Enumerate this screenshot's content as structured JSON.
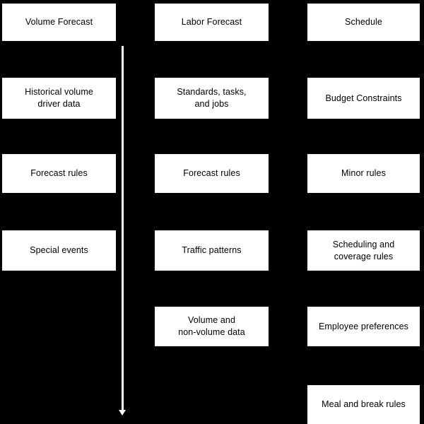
{
  "diagram": {
    "background_color": "#000000",
    "node_fill_color": "#ffffff",
    "node_text_color": "#000000",
    "connector_color": "#ffffff",
    "columns": [
      {
        "id": "volume-forecast",
        "header": "Volume Forecast",
        "items": [
          "Historical volume\ndriver data",
          "Forecast rules",
          "Special events"
        ]
      },
      {
        "id": "labor-forecast",
        "header": "Labor Forecast",
        "items": [
          "Standards, tasks,\nand jobs",
          "Forecast rules",
          "Traffic patterns",
          "Volume and\nnon-volume data"
        ]
      },
      {
        "id": "schedule",
        "header": "Schedule",
        "items": [
          "Budget Constraints",
          "Minor rules",
          "Scheduling and\ncoverage rules",
          "Employee preferences",
          "Meal and break rules"
        ]
      }
    ],
    "connector": {
      "name": "flow-arrow-down",
      "direction": "down"
    }
  }
}
